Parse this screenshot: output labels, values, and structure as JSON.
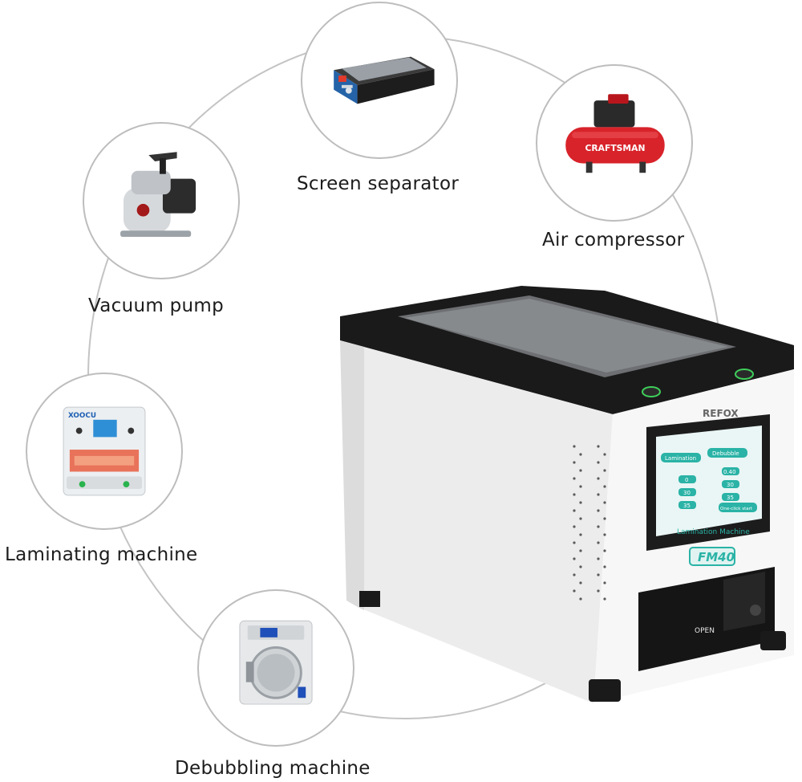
{
  "items": [
    {
      "label": "Screen separator"
    },
    {
      "label": "Air compressor"
    },
    {
      "label": "Vacuum pump"
    },
    {
      "label": "Laminating machine"
    },
    {
      "label": "Debubbling machine"
    }
  ],
  "main_machine": {
    "brand": "REFOX",
    "model": "FM40",
    "screen_title": "Lamination Machine",
    "drawer_label": "OPEN",
    "screen_tabs": [
      "Lamination",
      "Debubble"
    ],
    "screen_values": [
      "0",
      "30",
      "35",
      "0.40",
      "30",
      "35"
    ],
    "screen_button": "One-click start"
  },
  "thumb_text": {
    "compressor_brand": "CRAFTSMAN",
    "laminator_brand": "XOOCU"
  },
  "colors": {
    "ring": "#bdbdbd",
    "machine_body": "#f4f4f4",
    "machine_top": "#1a1a1a",
    "screen_accent": "#2ab3a6",
    "compressor_red": "#d8232a"
  }
}
